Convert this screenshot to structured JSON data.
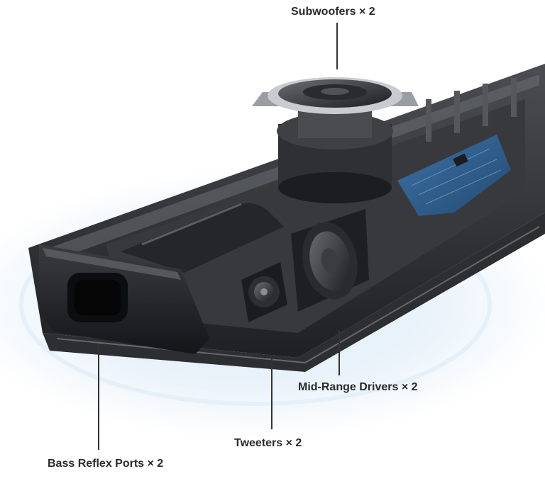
{
  "callouts": {
    "subwoofers": "Subwoofers × 2",
    "mid_range": "Mid-Range Drivers × 2",
    "tweeters": "Tweeters × 2",
    "bass_ports": "Bass Reflex Ports × 2"
  },
  "colors": {
    "background": "#ffffff",
    "halo": "#e3eff8",
    "housing": "#2b2d30",
    "pcb": "#2f5f8f",
    "label_text": "#2a2a2a"
  }
}
